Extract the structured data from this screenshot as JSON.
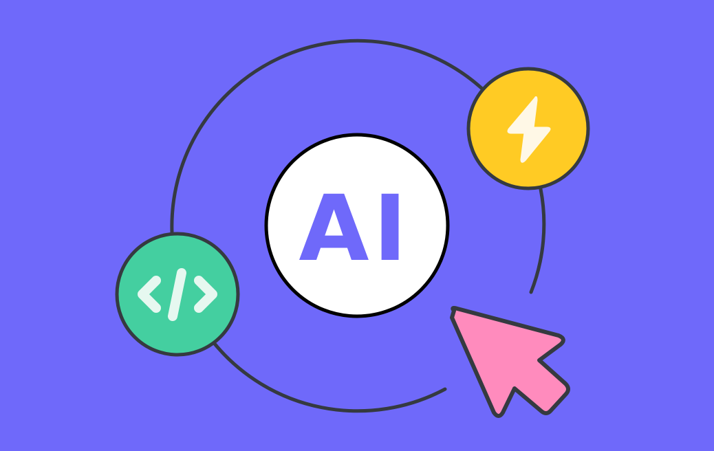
{
  "illustration": {
    "center_badge": {
      "label": "AI",
      "fill": "#FFFFFF",
      "stroke": "#000000",
      "text_color": "#6F69FA"
    },
    "badges": [
      {
        "name": "lightning",
        "icon": "lightning-bolt-icon",
        "fill": "#FFCB24",
        "icon_color": "#FFF8E6"
      },
      {
        "name": "code",
        "icon": "code-brackets-icon",
        "fill": "#44CFA0",
        "icon_color": "#E6F8F0"
      }
    ],
    "cursor": {
      "icon": "mouse-pointer-icon",
      "fill": "#FF8BBD"
    }
  },
  "colors": {
    "background": "#6F69FA",
    "outline": "#353A40"
  }
}
